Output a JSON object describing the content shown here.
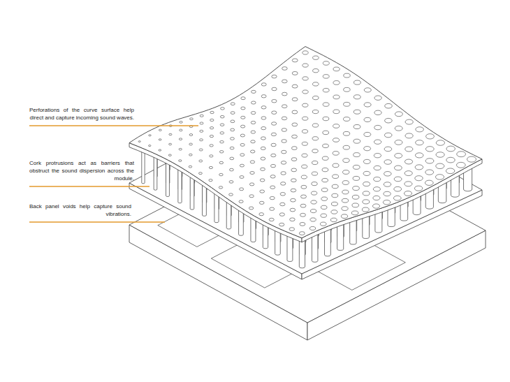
{
  "diagram": {
    "labels": [
      "Perforations of the curve surface help direct and capture incoming sound waves.",
      "Cork protrusions act as barriers that obstruct the sound dispersion across the module.",
      "Back panel voids help capture sound vibrations."
    ]
  }
}
